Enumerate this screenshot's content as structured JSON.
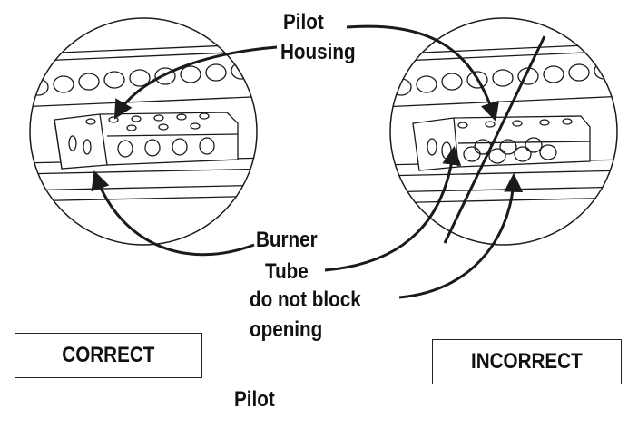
{
  "labels": {
    "pilot_housing_line1": "Pilot",
    "pilot_housing_line2": "Housing",
    "burner_line1": "Burner",
    "burner_line2": "Tube",
    "warning_line1": "do not block",
    "warning_line2": "opening",
    "bottom_caption": "Pilot"
  },
  "panels": {
    "correct": "CORRECT",
    "incorrect": "INCORRECT"
  },
  "colors": {
    "ink": "#1a1a1a",
    "background": "#ffffff"
  }
}
